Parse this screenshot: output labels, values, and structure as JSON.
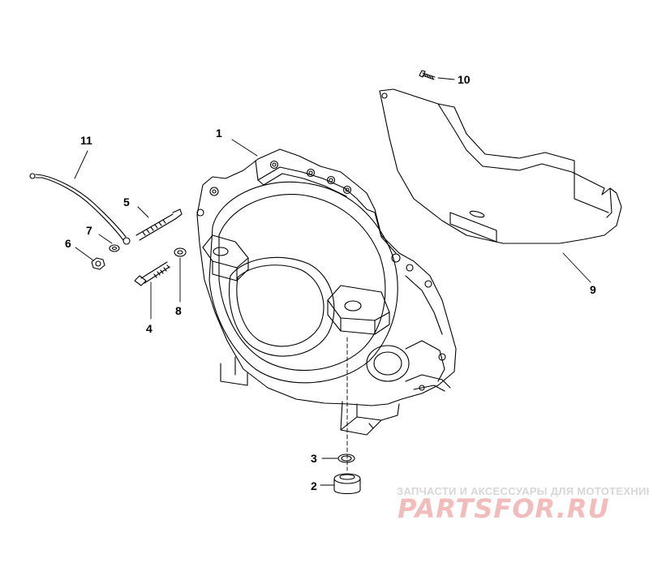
{
  "callouts": {
    "c1": "1",
    "c2": "2",
    "c3": "3",
    "c4": "4",
    "c5": "5",
    "c6": "6",
    "c7": "7",
    "c8": "8",
    "c9": "9",
    "c10": "10",
    "c11": "11"
  },
  "watermark": {
    "tagline": "ЗАПЧАСТИ И АКСЕССУАРЫ ДЛЯ МОТОТЕХНИКИ",
    "logo": "PARTSFOR.RU"
  },
  "colors": {
    "line": "#000000",
    "watermark_text": "#d7d7d7",
    "logo": "#f3bcbc"
  }
}
